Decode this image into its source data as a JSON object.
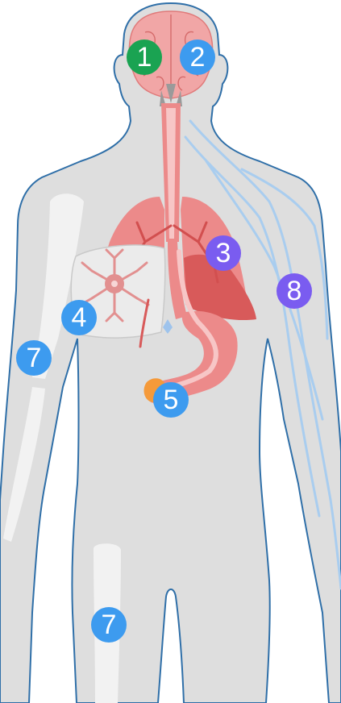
{
  "markers": [
    {
      "id": "m1",
      "label": "1",
      "color": "#1aa352"
    },
    {
      "id": "m2",
      "label": "2",
      "color": "#3d9bef"
    },
    {
      "id": "m3",
      "label": "3",
      "color": "#7a5cf0"
    },
    {
      "id": "m4",
      "label": "4",
      "color": "#3d9bef"
    },
    {
      "id": "m5",
      "label": "5",
      "color": "#3d9bef"
    },
    {
      "id": "m7a",
      "label": "7",
      "color": "#3d9bef"
    },
    {
      "id": "m7b",
      "label": "7",
      "color": "#3d9bef"
    },
    {
      "id": "m8",
      "label": "8",
      "color": "#7a5cf0"
    }
  ],
  "colors": {
    "body_fill": "#dedede",
    "body_outline": "#2f6fa8",
    "organ": "#ec8a8a",
    "organ_dark": "#d85a5a",
    "bone": "#f2f2f2",
    "vessel": "#a9cdef"
  }
}
